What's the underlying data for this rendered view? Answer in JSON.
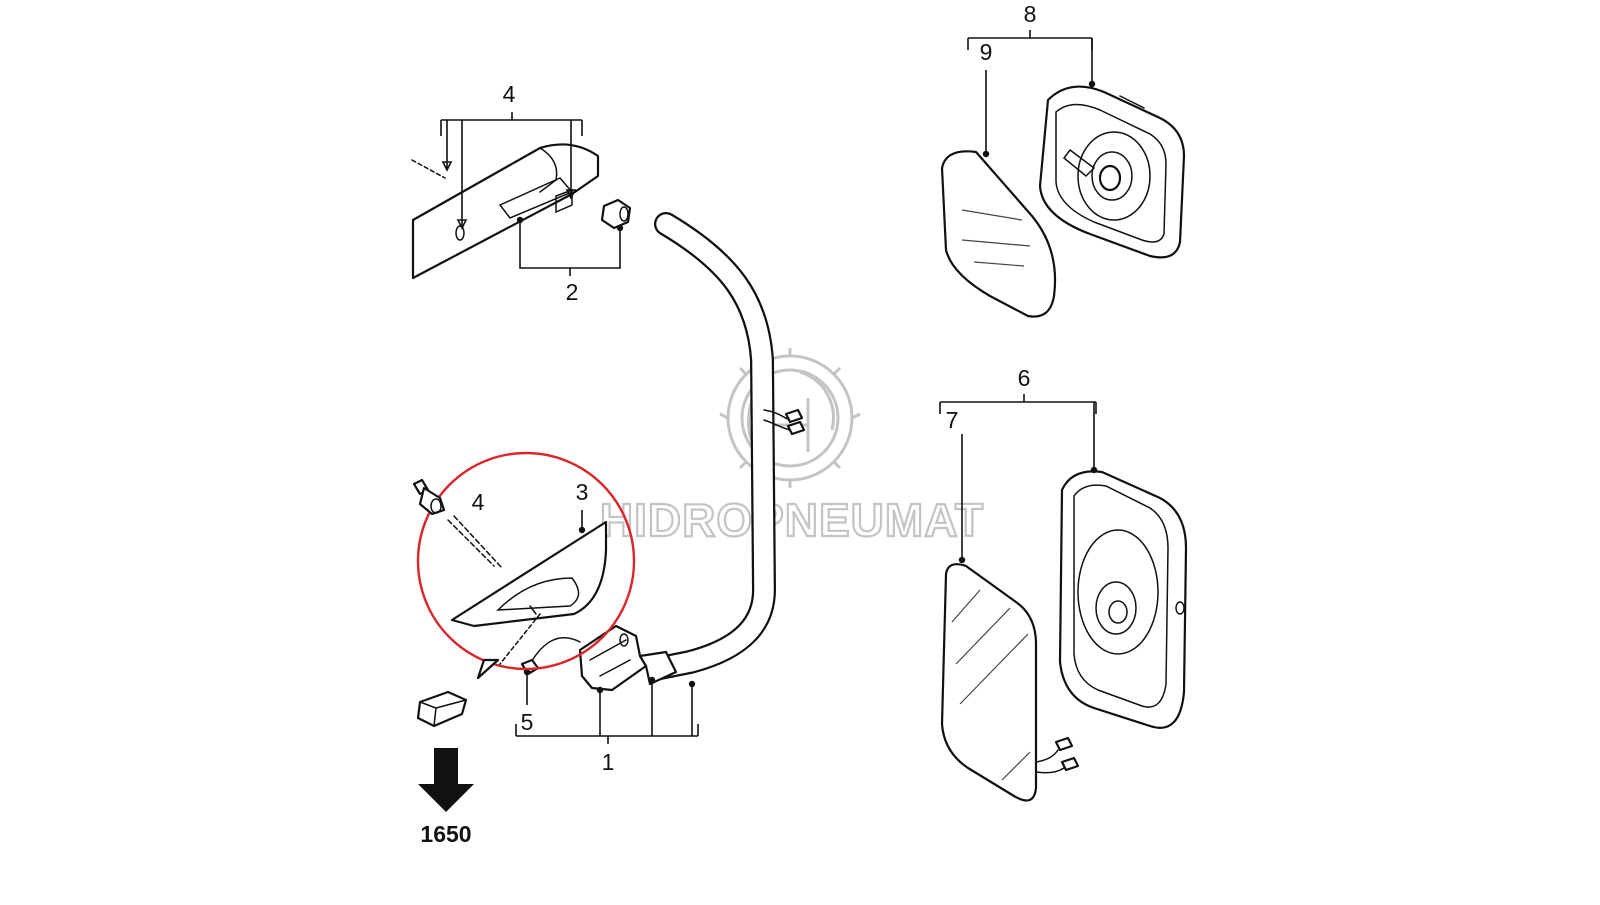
{
  "callouts": {
    "c1": "1",
    "c2": "2",
    "c3": "3",
    "c4a": "4",
    "c4b": "4",
    "c5": "5",
    "c6": "6",
    "c7": "7",
    "c8": "8",
    "c9": "9"
  },
  "reference": {
    "page": "1650"
  },
  "watermark": {
    "text": "HIDROPNEUMAT"
  },
  "colors": {
    "highlight_circle": "#d9262b",
    "line": "#111111",
    "watermark": "#c4c4c4"
  }
}
